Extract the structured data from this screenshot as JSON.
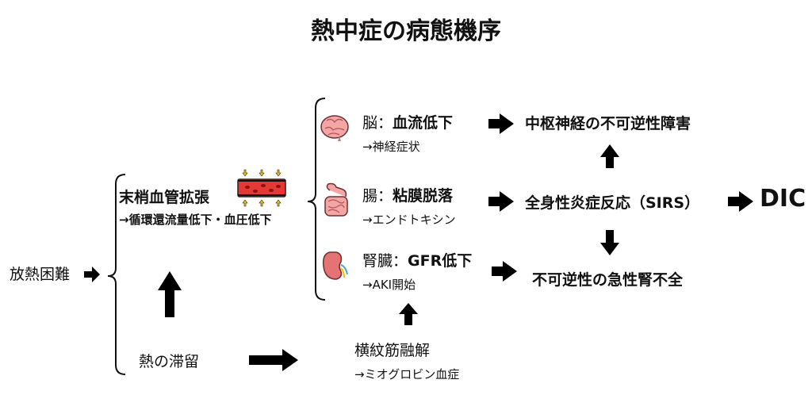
{
  "title": "熱中症の病態機序",
  "start": "放熱困難",
  "vasodilation": {
    "title": "末梢血管拡張",
    "sub": "→循環還流量低下・血圧低下"
  },
  "heat_retention": "熱の滞留",
  "rhabdo": {
    "title": "横紋筋融解",
    "sub": "→ミオグロビン血症"
  },
  "brain": {
    "organ": "脳：",
    "effect": "血流低下",
    "sub": "→神経症状"
  },
  "gut": {
    "organ": "腸：",
    "effect": "粘膜脱落",
    "sub": "→エンドトキシン"
  },
  "kidney": {
    "organ": "腎臓：",
    "effect": "GFR低下",
    "sub": "→AKI開始"
  },
  "outcomes": {
    "cns": "中枢神経の不可逆性障害",
    "sirs": "全身性炎症反応（SIRS）",
    "renal": "不可逆性の急性腎不全",
    "dic": "DIC"
  },
  "icons": [
    "blood-vessel-icon",
    "brain-icon",
    "intestine-icon",
    "kidney-icon"
  ],
  "colors": {
    "vessel": "#e53935",
    "arrow": "#000000",
    "heat_arrow": "#f2c400",
    "organ": "#f4a6a6"
  }
}
